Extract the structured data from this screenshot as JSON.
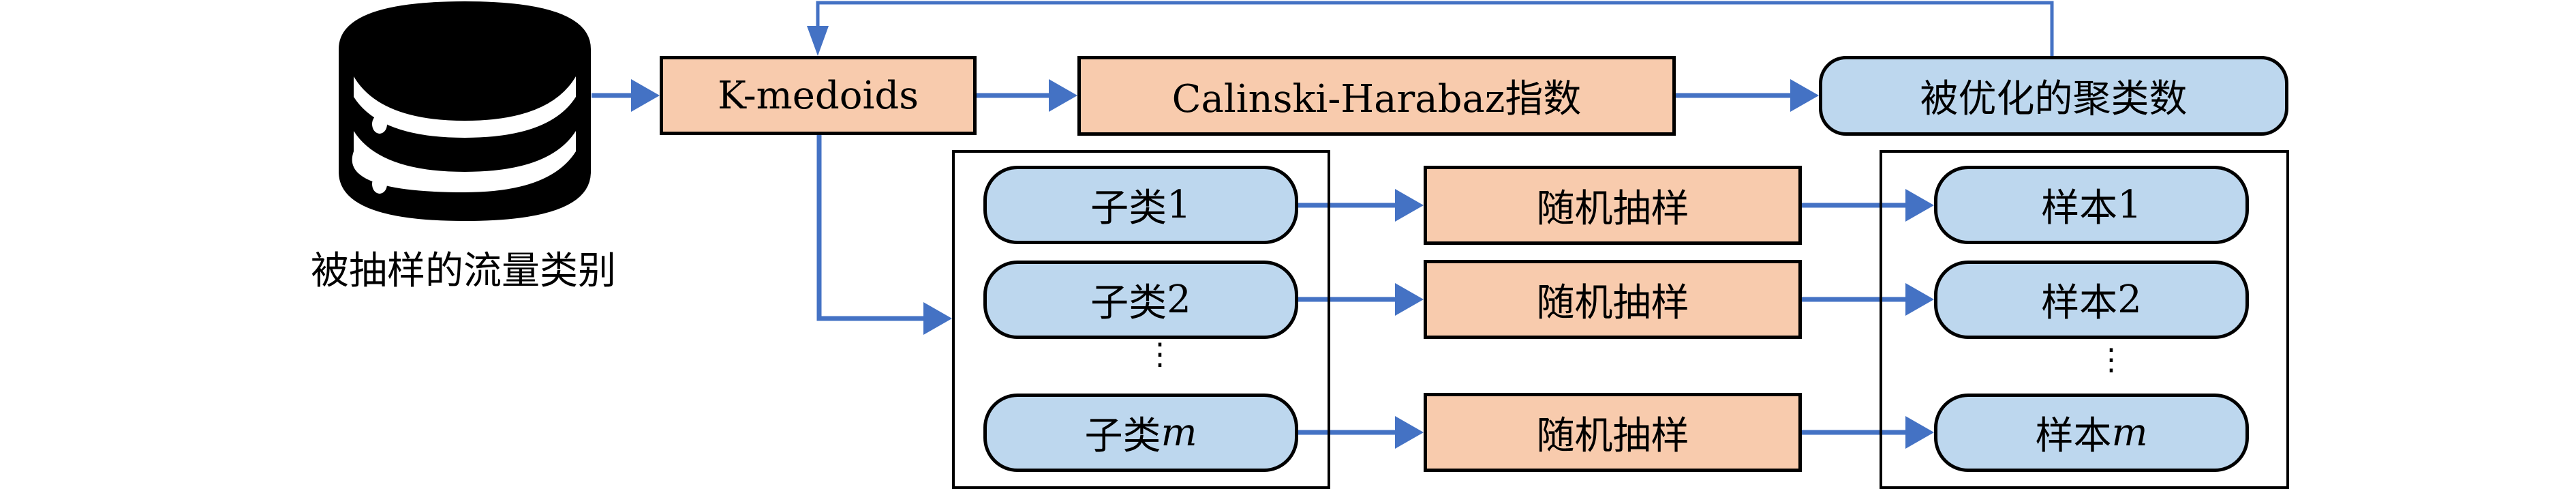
{
  "source": {
    "label": "被抽样的流量类别",
    "icon": "database-icon"
  },
  "pipeline": {
    "kmedoids": "K-medoids",
    "ch_index": "Calinski-Harabaz指数",
    "optimized": "被优化的聚类数"
  },
  "subclasses": [
    {
      "prefix": "子类",
      "index": "1"
    },
    {
      "prefix": "子类",
      "index": "2"
    },
    {
      "prefix": "子类",
      "index": "m"
    }
  ],
  "sampling": [
    "随机抽样",
    "随机抽样",
    "随机抽样"
  ],
  "samples": [
    {
      "prefix": "样本",
      "index": "1"
    },
    {
      "prefix": "样本",
      "index": "2"
    },
    {
      "prefix": "样本",
      "index": "m"
    }
  ],
  "ellipsis": "⋮",
  "colors": {
    "arrow": "#4472C4",
    "process": "#F8CBAD",
    "result": "#BDD7EE"
  }
}
